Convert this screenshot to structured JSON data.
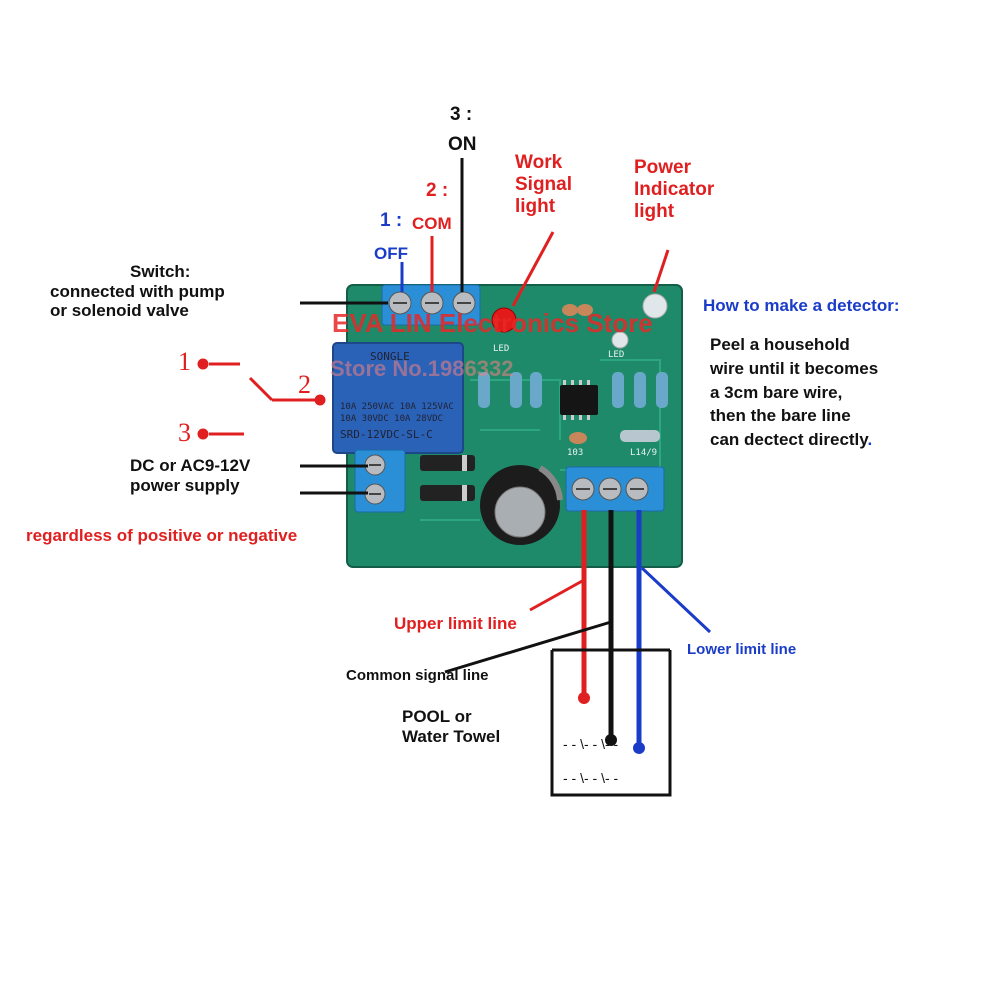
{
  "terminals": {
    "t3_num": "3 :",
    "t3_name": "ON",
    "t2_num": "2 :",
    "t2_name": "COM",
    "t1_num": "1 :",
    "t1_name": "OFF"
  },
  "indicators": {
    "work_signal": [
      "Work",
      "Signal",
      "light"
    ],
    "power_indicator": [
      "Power",
      "Indicator",
      "light"
    ]
  },
  "switch_label": [
    "Switch:",
    "connected with pump",
    "or solenoid valve"
  ],
  "switch_diagram": {
    "n1": "1",
    "n2": "2",
    "n3": "3"
  },
  "power_supply": [
    "DC or AC9-12V",
    "power supply"
  ],
  "polarity_note": "regardless of positive or negative",
  "watermark": {
    "store": "EVA LIN Electronics Store",
    "store_no": "Store No.1986332"
  },
  "relay": {
    "brand": "SONGLE",
    "spec1": "10A 250VAC  10A 125VAC",
    "spec2": "10A  30VDC  10A  28VDC",
    "model": "SRD-12VDC-SL-C"
  },
  "board_marks": {
    "led1": "LED",
    "led2": "LED",
    "cap": "103",
    "l14": "L14/9"
  },
  "detector": {
    "heading": "How to make a detector:",
    "body": [
      "Peel a household",
      "wire until it becomes",
      "a 3cm bare wire,",
      "then the bare line",
      "can dectect directly"
    ],
    "dot": "."
  },
  "lines": {
    "upper": "Upper limit line",
    "common": "Common signal line",
    "lower": "Lower limit line"
  },
  "pool": [
    "POOL or",
    "Water Towel"
  ],
  "levels": {
    "mid": "- - \\- - \\- -",
    "low": "- - \\-   - \\- -"
  },
  "colors": {
    "red": "#e02020",
    "blue": "#1a3cc8",
    "board": "#1f8a6a",
    "relay": "#2a62b8",
    "terminal": "#2a8fd6"
  }
}
